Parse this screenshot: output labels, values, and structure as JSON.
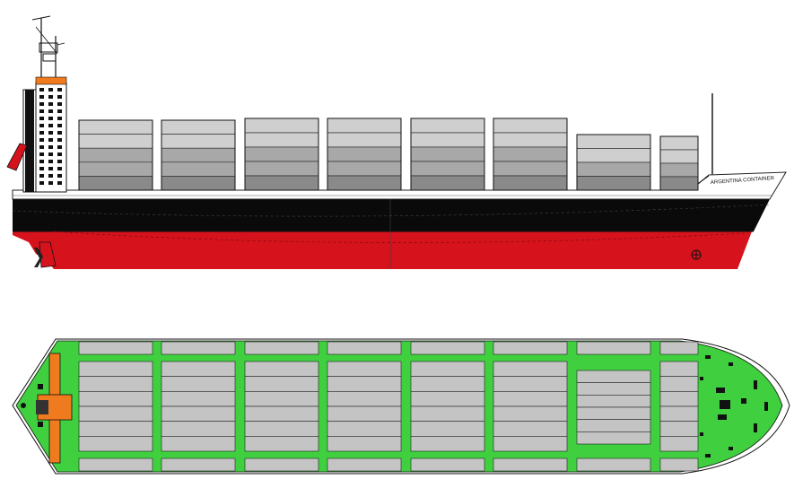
{
  "ship": {
    "name_on_hull": "ARGENTINA CONTAINER",
    "hull_colors": {
      "bottom": "#d6121c",
      "topside": "#0a0a0a",
      "deck": "#ffffff"
    },
    "deck_color_plan": "#3fcf3f",
    "superstructure_accent": "#f07a1e"
  },
  "profile_view": {
    "container_stack_count": 8,
    "label": "side-profile"
  },
  "plan_view": {
    "bay_count": 8,
    "label": "top-plan"
  }
}
